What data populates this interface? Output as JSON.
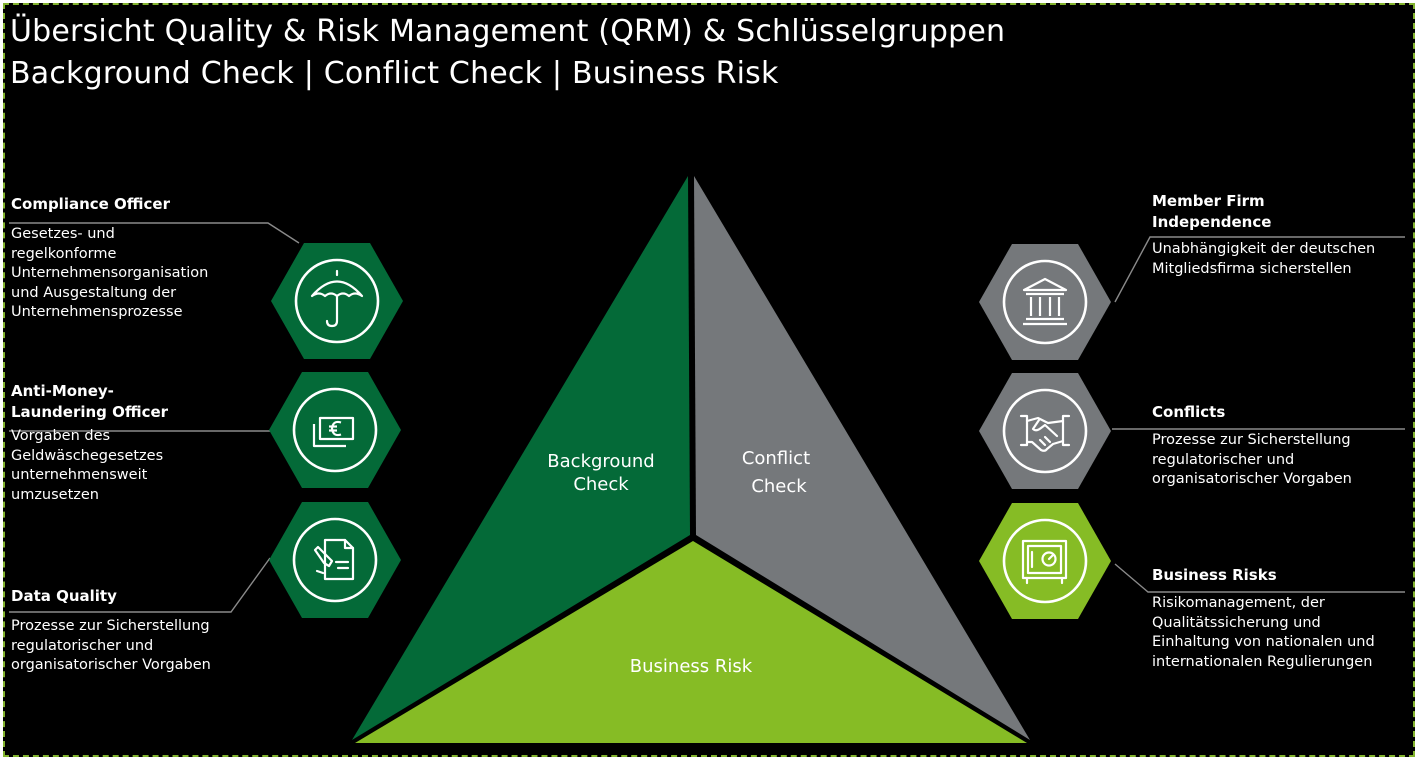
{
  "header": {
    "title_line1": "Übersicht Quality & Risk Management (QRM) & Schlüsselgruppen",
    "title_line2": "Background Check | Conflict Check | Business Risk"
  },
  "triangle": {
    "left_label_1": "Background",
    "left_label_2": "Check",
    "right_label_1": "Conflict",
    "right_label_2": "Check",
    "bottom_label": "Business Risk"
  },
  "left_groups": [
    {
      "heading": [
        "Compliance Officer"
      ],
      "text": [
        "Gesetzes- und",
        "regelkonforme",
        "Unternehmensorganisation",
        "und Ausgestaltung der",
        "Unternehmensprozesse"
      ],
      "icon": "umbrella-icon"
    },
    {
      "heading": [
        "Anti-Money-",
        "Laundering Officer"
      ],
      "text": [
        "Vorgaben des",
        "Geldwäschegesetzes",
        "unternehmensweit",
        "umzusetzen"
      ],
      "icon": "euro-banknote-icon"
    },
    {
      "heading": [
        "Data Quality"
      ],
      "text": [
        "Prozesse zur Sicherstellung",
        "regulatorischer und",
        "organisatorischer Vorgaben"
      ],
      "icon": "document-edit-icon"
    }
  ],
  "right_groups": [
    {
      "heading": [
        "Member Firm",
        "Independence"
      ],
      "text": [
        "Unabhängigkeit der deutschen",
        "Mitgliedsfirma sicherstellen"
      ],
      "icon": "institution-building-icon"
    },
    {
      "heading": [
        "Conflicts"
      ],
      "text": [
        "Prozesse zur Sicherstellung",
        "regulatorischer und",
        "organisatorischer Vorgaben"
      ],
      "icon": "handshake-icon"
    },
    {
      "heading": [
        "Business Risks"
      ],
      "text": [
        "Risikomanagement, der",
        "Qualitätssicherung und",
        "Einhaltung von nationalen und",
        "internationalen Regulierungen"
      ],
      "icon": "safe-icon"
    }
  ],
  "colors": {
    "dark_green": "#046a38",
    "light_green": "#86bc25",
    "gray": "#75787b",
    "background": "#000000",
    "border": "#82b32e"
  }
}
